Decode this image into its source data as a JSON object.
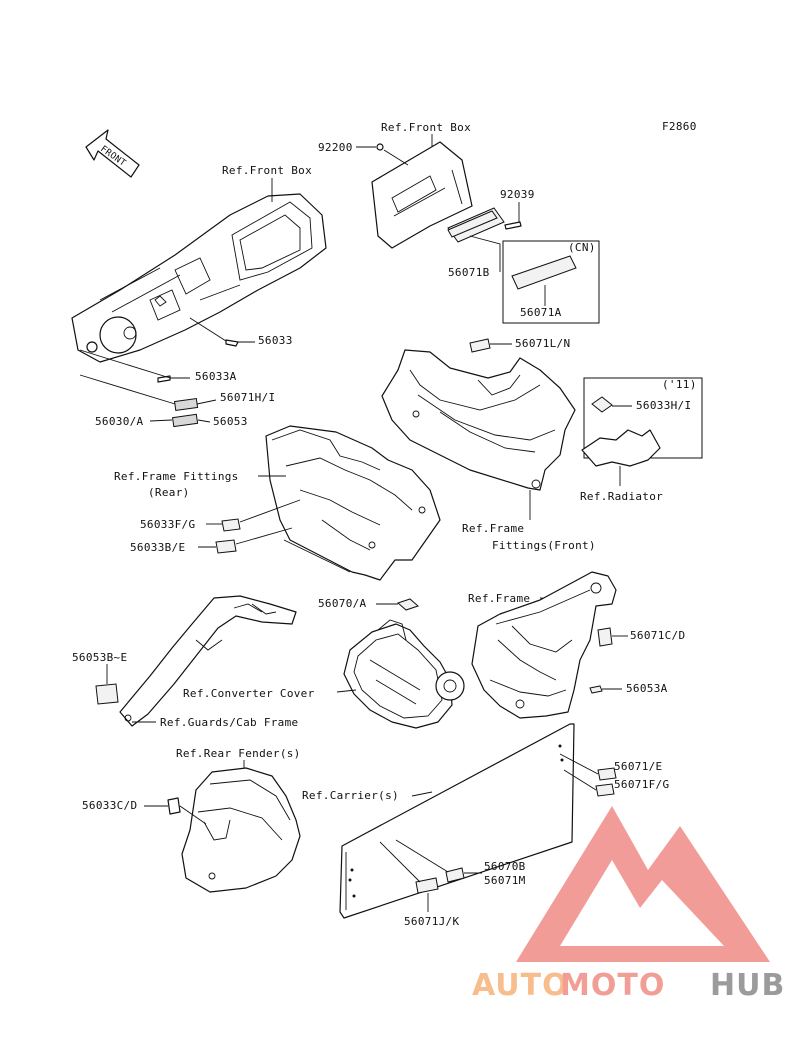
{
  "figure_code": "F2860",
  "front_arrow": "FRONT",
  "labels": {
    "ref_front_box_top": "Ref.Front Box",
    "ref_front_box_left": "Ref.Front Box",
    "p92200": "92200",
    "p92039": "92039",
    "cn": "(CN)",
    "p56071B": "56071B",
    "p56071A": "56071A",
    "p56033": "56033",
    "p56033A": "56033A",
    "p56071HI": "56071H/I",
    "p56030A": "56030/A",
    "p56053": "56053",
    "p56071LN": "56071L/N",
    "year11": "('11)",
    "p56033HI": "56033H/I",
    "ref_radiator": "Ref.Radiator",
    "ref_frame_fittings_rear_1": "Ref.Frame Fittings",
    "ref_frame_fittings_rear_2": "(Rear)",
    "p56033FG": "56033F/G",
    "p56033BE": "56033B/E",
    "ref_frame_fittings_front_1": "Ref.Frame",
    "ref_frame_fittings_front_2": "Fittings(Front)",
    "p56070A": "56070/A",
    "ref_frame": "Ref.Frame",
    "p56071CD": "56071C/D",
    "p56053BE": "56053B~E",
    "ref_converter_cover": "Ref.Converter Cover",
    "p56053A": "56053A",
    "ref_guards": "Ref.Guards/Cab Frame",
    "ref_rear_fender": "Ref.Rear Fender(s)",
    "p56033CD": "56033C/D",
    "ref_carrier": "Ref.Carrier(s)",
    "p56071E": "56071/E",
    "p56071FG": "56071F/G",
    "p56070B": "56070B",
    "p56071M": "56071M",
    "p56071JK": "56071J/K"
  },
  "watermark": {
    "part1": "AUTO",
    "part2": "MOTO",
    "part3": "HUB",
    "color1": "#f6b27a",
    "color2": "#ef8f84",
    "color3": "#8a8a8a",
    "logo_color": "#f08b87"
  }
}
